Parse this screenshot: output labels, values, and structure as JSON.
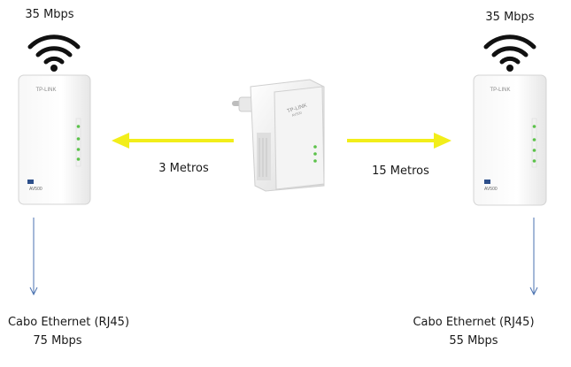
{
  "left_device": {
    "wifi_speed": "35 Mbps",
    "brand_label": "TP-LINK",
    "model_label": "AV500",
    "ethernet_label": "Cabo Ethernet (RJ45)",
    "ethernet_speed": "75 Mbps"
  },
  "center_device": {
    "brand_label": "TP-LINK",
    "model_label": "AV500"
  },
  "right_device": {
    "wifi_speed": "35 Mbps",
    "brand_label": "TP-LINK",
    "model_label": "AV500",
    "ethernet_label": "Cabo Ethernet (RJ45)",
    "ethernet_speed": "55 Mbps"
  },
  "links": {
    "left_distance": "3 Metros",
    "right_distance": "15 Metros"
  },
  "colors": {
    "arrow_yellow": "#f2ee1a",
    "cable_blue": "#4a72b0",
    "led_green": "#5cc24a"
  }
}
